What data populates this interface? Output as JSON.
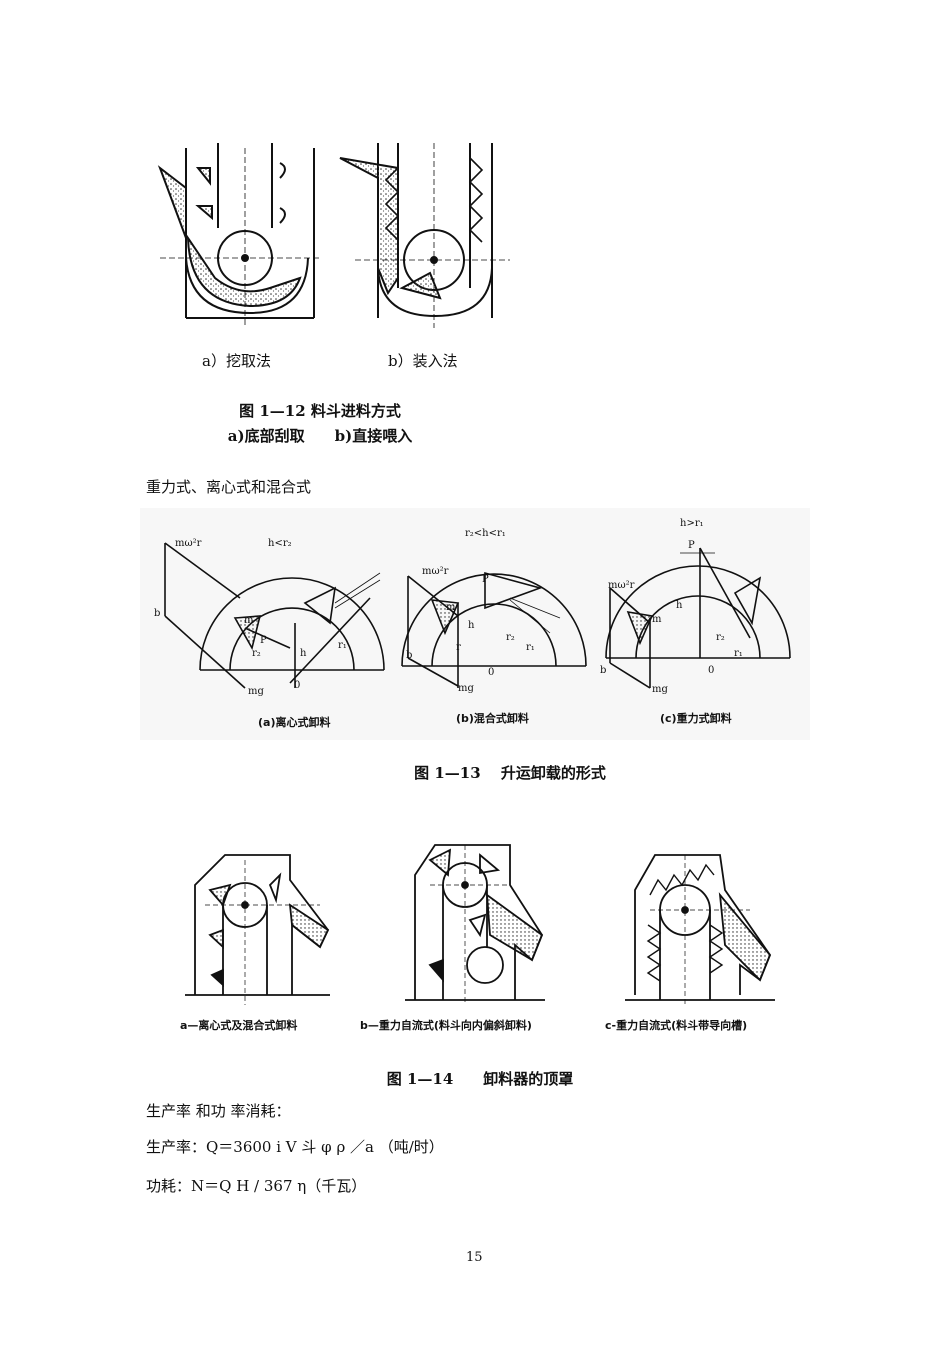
{
  "fig12": {
    "label_a": "a）挖取法",
    "label_b": "b）装入法",
    "caption": "图 1—12 料斗进料方式",
    "subcaption": "a)底部刮取　　b)直接喂入"
  },
  "section_heading": "重力式、离心式和混合式",
  "fig13": {
    "caption": "图 1—13　 升运卸载的形式",
    "panels": [
      {
        "tag": "(a)离心式卸料",
        "cond": "h<r₂"
      },
      {
        "tag": "(b)混合式卸料",
        "cond": "r₂<h<r₁"
      },
      {
        "tag": "(c)重力式卸料",
        "cond": "h>r₁"
      }
    ],
    "symbols": {
      "centrifugal": "mω²r",
      "gravity": "mg",
      "mass": "m",
      "pole": "P",
      "height": "h",
      "r1": "r₁",
      "r2": "r₂",
      "r": "r",
      "b": "b",
      "origin": "0"
    }
  },
  "fig14": {
    "label_a": "a—离心式及混合式卸料",
    "label_b": "b—重力自流式(料斗向内偏斜卸料)",
    "label_c": "c-重力自流式(料斗带导向槽)",
    "caption": "图 1—14　　卸料器的顶罩"
  },
  "lines": {
    "line1": "生产率 和功 率消耗：",
    "line2": "生产率：Q＝3600 i V 斗 φ ρ ／a （吨/时）",
    "line3": "功耗：N＝Q H / 367 η（千瓦）"
  },
  "page_number": "15"
}
